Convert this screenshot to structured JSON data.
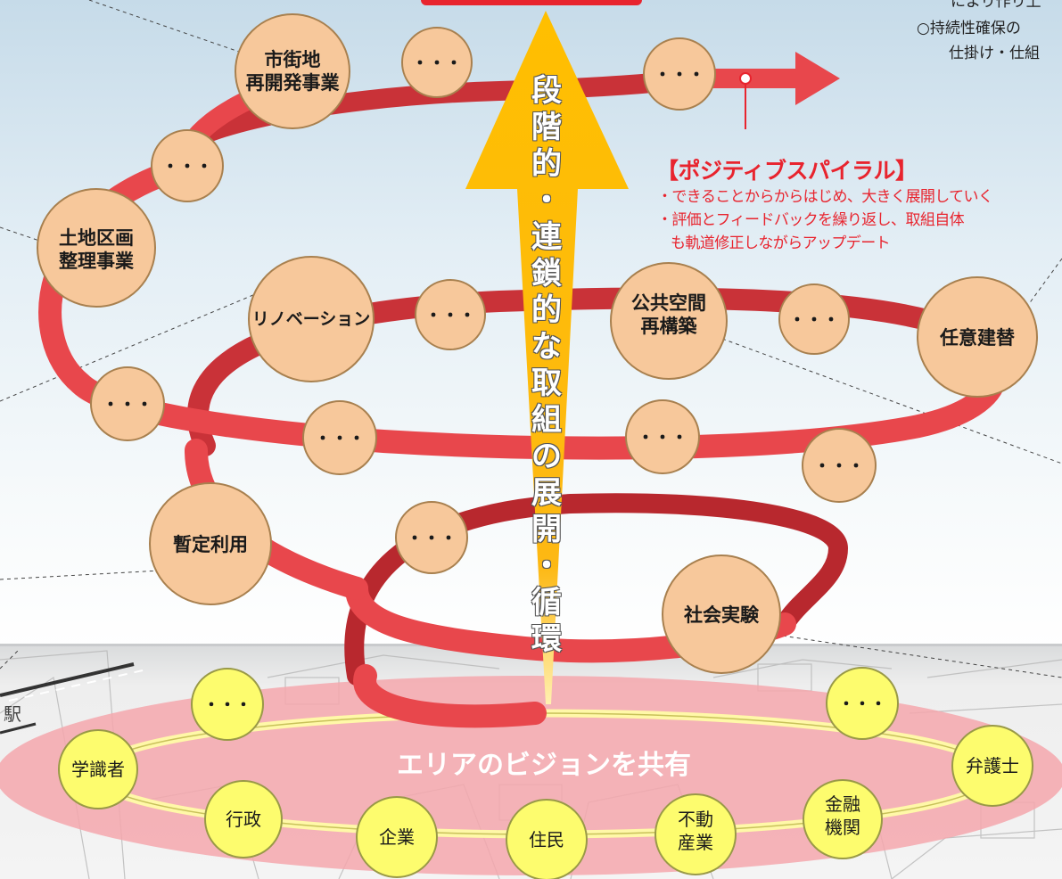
{
  "note": {
    "line1": "により作り上",
    "line2": "○持続性確保の",
    "line3": "仕掛け・仕組"
  },
  "arrow_text": [
    "段",
    "階",
    "的",
    "・",
    "連",
    "鎖",
    "的",
    "な",
    "取",
    "組",
    "の",
    "展",
    "開",
    "・",
    "循",
    "環"
  ],
  "positive_spiral": {
    "title": "【ポジティブスパイラル】",
    "items": [
      "・できることからからはじめ、大きく展開していく",
      "・評価とフィードバックを繰り返し、取組自体",
      "も軌道修正しながらアップデート"
    ]
  },
  "projects": {
    "shigaichi": [
      "市街地",
      "再開発事業"
    ],
    "tochi": [
      "土地区画",
      "整理事業"
    ],
    "renovation": "リノベーション",
    "koukyou": [
      "公共空間",
      "再構築"
    ],
    "nini": "任意建替",
    "zantei": "暫定利用",
    "shakai": "社会実験"
  },
  "ellipsis": "・・・",
  "vision_label": "エリアのビジョンを共有",
  "station_label": "駅",
  "stakeholders": {
    "gakushiki": "学識者",
    "gyousei": "行政",
    "kigyou": "企業",
    "jumin": "住民",
    "fudousan": [
      "不動",
      "産業"
    ],
    "kinyu": [
      "金融",
      "機関"
    ],
    "bengoshi": "弁護士"
  },
  "colors": {
    "spiral_red": "#e8474c",
    "spiral_dark": "#b8282e",
    "arrow_yellow": "#fdb813",
    "project_circle": "#f7c89b",
    "stakeholder_circle": "#fdfc6e",
    "vision_ellipse": "#f4a7ad",
    "accent_red": "#e8242e"
  }
}
